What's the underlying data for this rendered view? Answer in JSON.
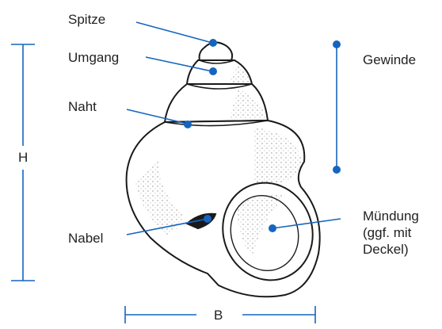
{
  "labels": {
    "apex": "Spitze",
    "whorl": "Umgang",
    "suture": "Naht",
    "spire": "Gewinde",
    "height": "H",
    "umbilicus": "Nabel",
    "aperture_line1": "Mündung",
    "aperture_line2": "(ggf. mit",
    "aperture_line3": "Deckel)",
    "width": "B"
  },
  "colors": {
    "accent": "#1565c0",
    "line": "#1565c0",
    "text": "#222222",
    "shell_outline": "#1a1a1a"
  }
}
